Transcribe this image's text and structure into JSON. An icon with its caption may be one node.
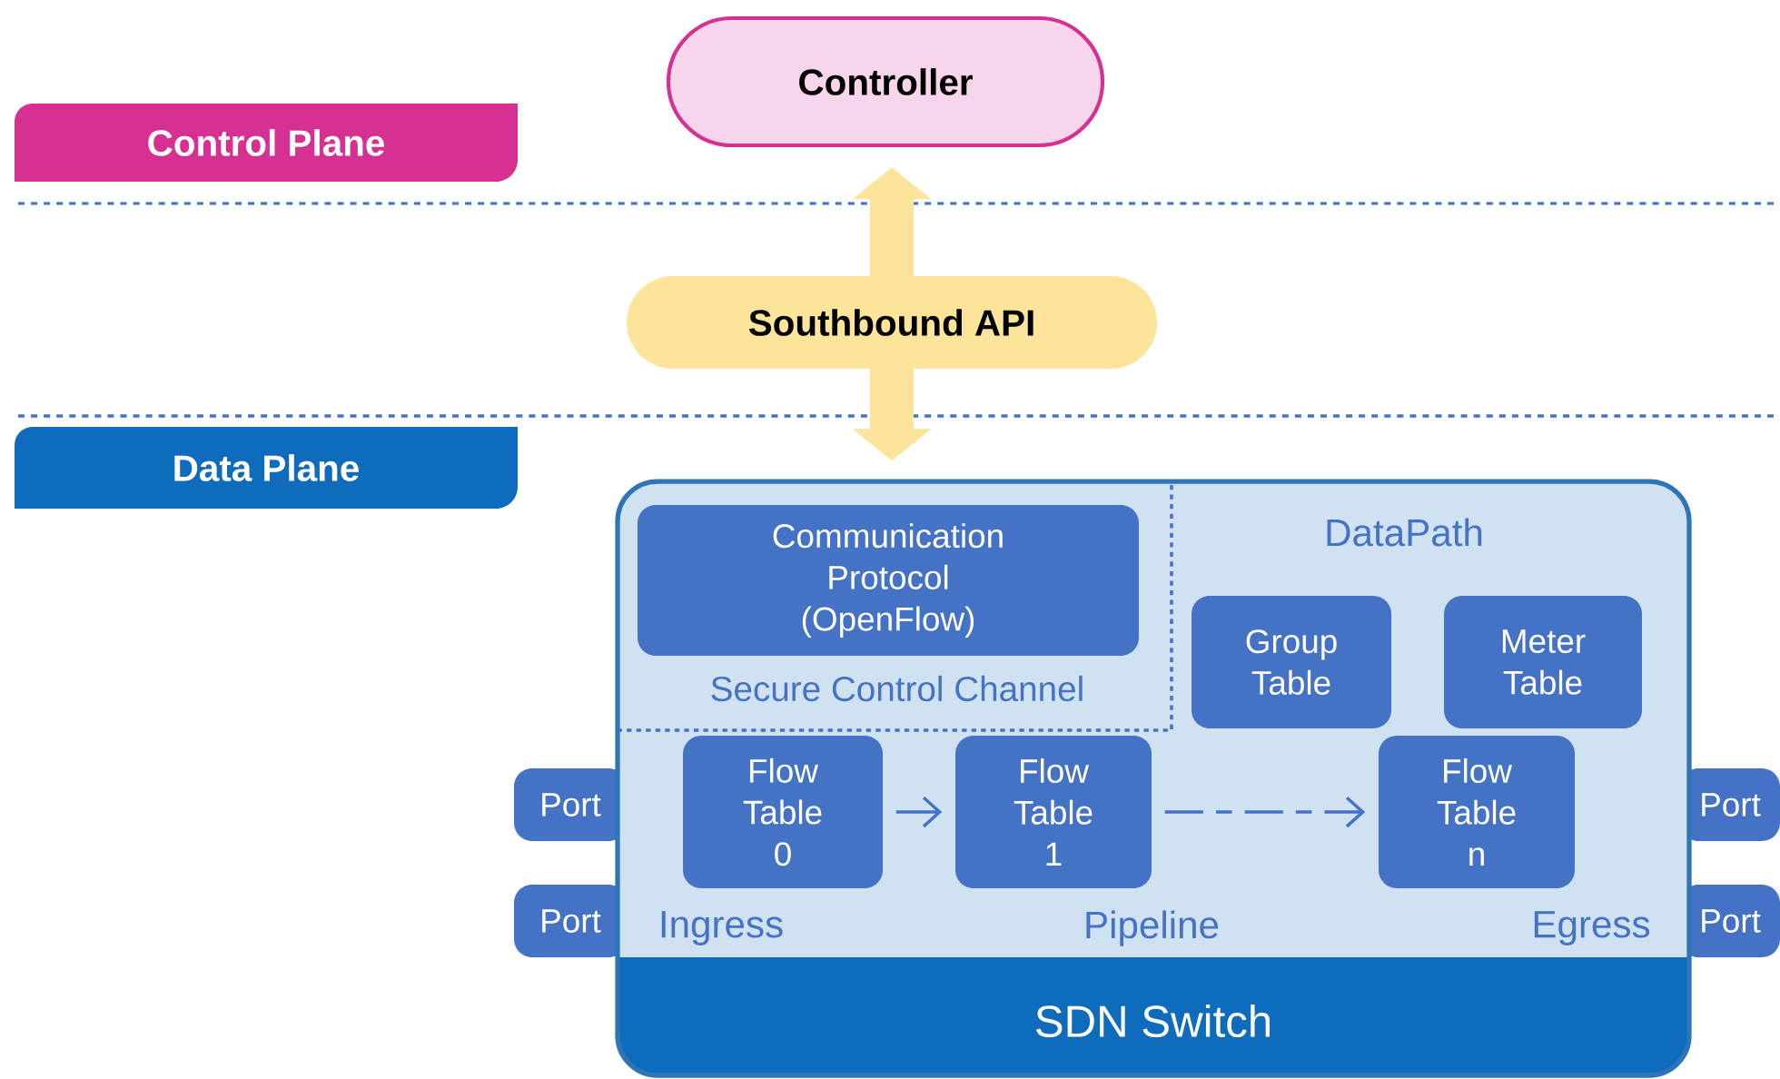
{
  "diagram": {
    "nodes": [
      {
        "text": [
          "Control Plane"
        ]
      },
      {
        "text": [
          "Controller"
        ]
      },
      {
        "text": [
          "Southbound API"
        ]
      },
      {
        "text": [
          "Data Plane"
        ]
      },
      {
        "text": [
          "SDN Switch"
        ]
      },
      {
        "text": [
          "Secure Control Channel"
        ],
        "in": 4
      },
      {
        "text": [
          "Communication Protocol (OpenFlow)"
        ],
        "in": 5
      },
      {
        "text": [
          "Group Table"
        ],
        "in": 4
      },
      {
        "text": [
          "Meter Table"
        ],
        "in": 4
      },
      {
        "text": [
          "Flow Table 0"
        ],
        "in": 4
      },
      {
        "text": [
          "Flow Table 1"
        ],
        "in": 4
      },
      {
        "text": [
          "Flow Table n"
        ],
        "in": 4
      },
      {
        "text": [
          "Port"
        ]
      },
      {
        "text": [
          "Port"
        ]
      },
      {
        "text": [
          "Port"
        ]
      },
      {
        "text": [
          "Port"
        ]
      }
    ],
    "edges": [
      {
        "from": 2,
        "to": 1,
        "arrow": "to",
        "style": "thick",
        "color": "#fde49b"
      },
      {
        "from": 2,
        "to": 4,
        "arrow": "to",
        "style": "thick",
        "color": "#fde49b"
      },
      {
        "from": 9,
        "to": 10,
        "arrow": "to",
        "color": "#4472c4"
      },
      {
        "from": 10,
        "to": 11,
        "arrow": "to",
        "style": "dashed",
        "color": "#4472c4"
      }
    ],
    "labels": [
      "DataPath",
      "Ingress",
      "Pipeline",
      "Egress"
    ]
  }
}
